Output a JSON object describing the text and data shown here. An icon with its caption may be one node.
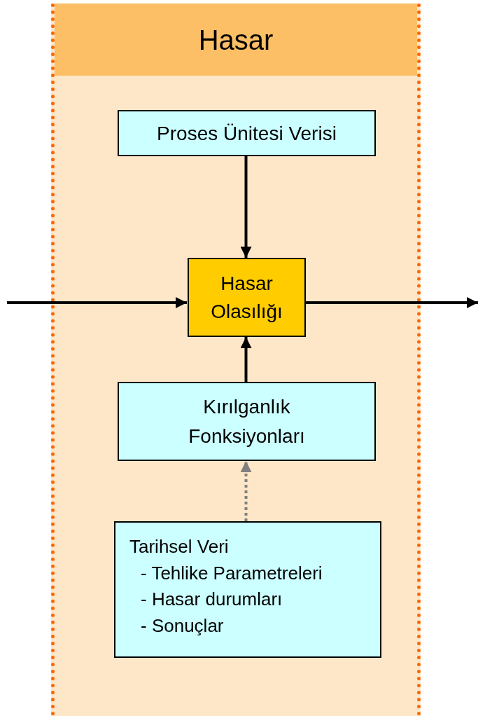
{
  "diagram": {
    "nodes": [
      {
        "text": [
          "Hasar"
        ]
      },
      {
        "text": [
          "Proses Ünitesi Verisi"
        ],
        "in": 0
      },
      {
        "text": [
          "Hasar Olasılığı"
        ],
        "in": 0
      },
      {
        "text": [
          "Kırılganlık Fonksiyonları"
        ],
        "in": 0
      },
      {
        "text": [
          "Tarihsel Veri",
          "- Tehlike Parametreleri",
          "- Hasar durumları",
          "- Sonuçlar"
        ],
        "in": 0
      }
    ],
    "edges": [
      {
        "from": 1,
        "to": 2,
        "arrow": "to"
      },
      {
        "from": null,
        "to": 2,
        "arrow": "to"
      },
      {
        "from": 2,
        "to": null,
        "arrow": "to"
      },
      {
        "from": 3,
        "to": 2,
        "arrow": "to"
      },
      {
        "from": 4,
        "to": 3,
        "arrow": "to",
        "style": "dashed",
        "color": "#808080"
      }
    ]
  }
}
